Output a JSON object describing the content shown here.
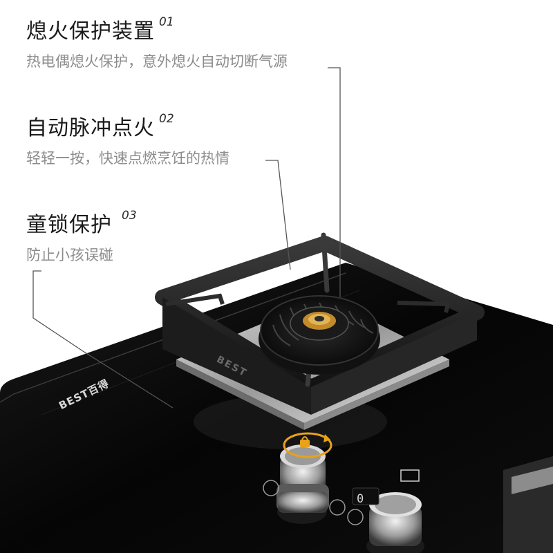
{
  "features": [
    {
      "num": "01",
      "title": "熄火保护装置",
      "desc": "热电偶熄火保护，意外熄火自动切断气源"
    },
    {
      "num": "02",
      "title": "自动脉冲点火",
      "desc": "轻轻一按，快速点燃烹饪的热情"
    },
    {
      "num": "03",
      "title": "童锁保护",
      "desc": "防止小孩误碰"
    }
  ],
  "product": {
    "brand_front": "BEST百得",
    "brand_ring": "BEST",
    "display_readout": "0"
  },
  "colors": {
    "glass": "#070707",
    "accent_gold": "#e8a21a",
    "text_dark": "#1a1a1a",
    "text_grey": "#8c8c8c",
    "leader_line": "#555555"
  },
  "icons": {
    "child_lock": "lock-rotate-icon"
  }
}
